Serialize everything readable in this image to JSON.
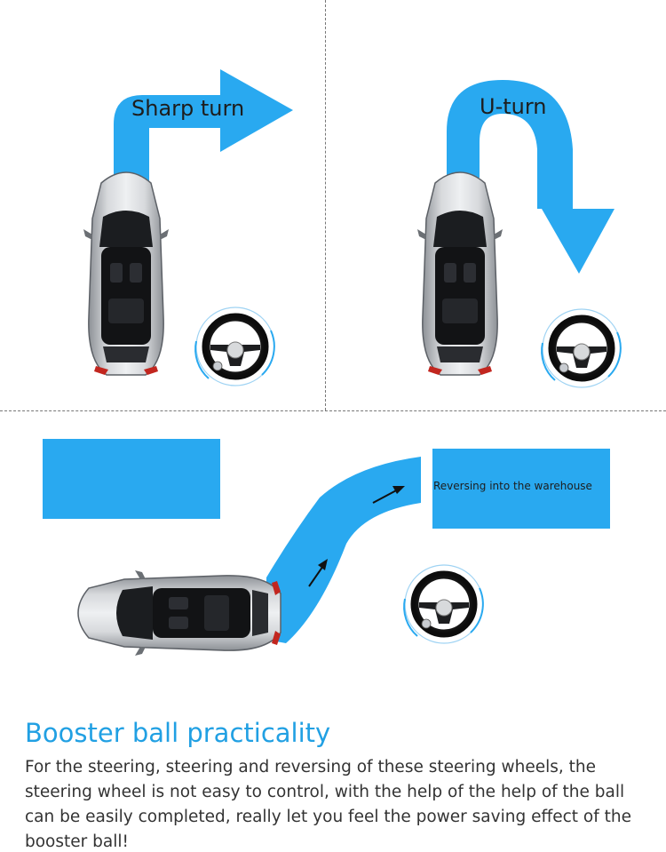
{
  "panels": {
    "sharp_turn": {
      "label": "Sharp turn"
    },
    "u_turn": {
      "label": "U-turn"
    },
    "reversing": {
      "label": "Reversing into the warehouse"
    }
  },
  "section": {
    "title": "Booster ball practicality",
    "body": "For the steering, steering and reversing of these steering wheels, the steering wheel is not easy to control, with the help of the help of the ball can be easily completed, really let you feel the power saving effect of the booster ball!"
  },
  "colors": {
    "accent_blue": "#29a9f0",
    "title_blue": "#21a0e3",
    "car_silver": "#b9bcc0"
  },
  "icons": [
    "car-icon",
    "steering-wheel-icon",
    "arrow-icon"
  ]
}
